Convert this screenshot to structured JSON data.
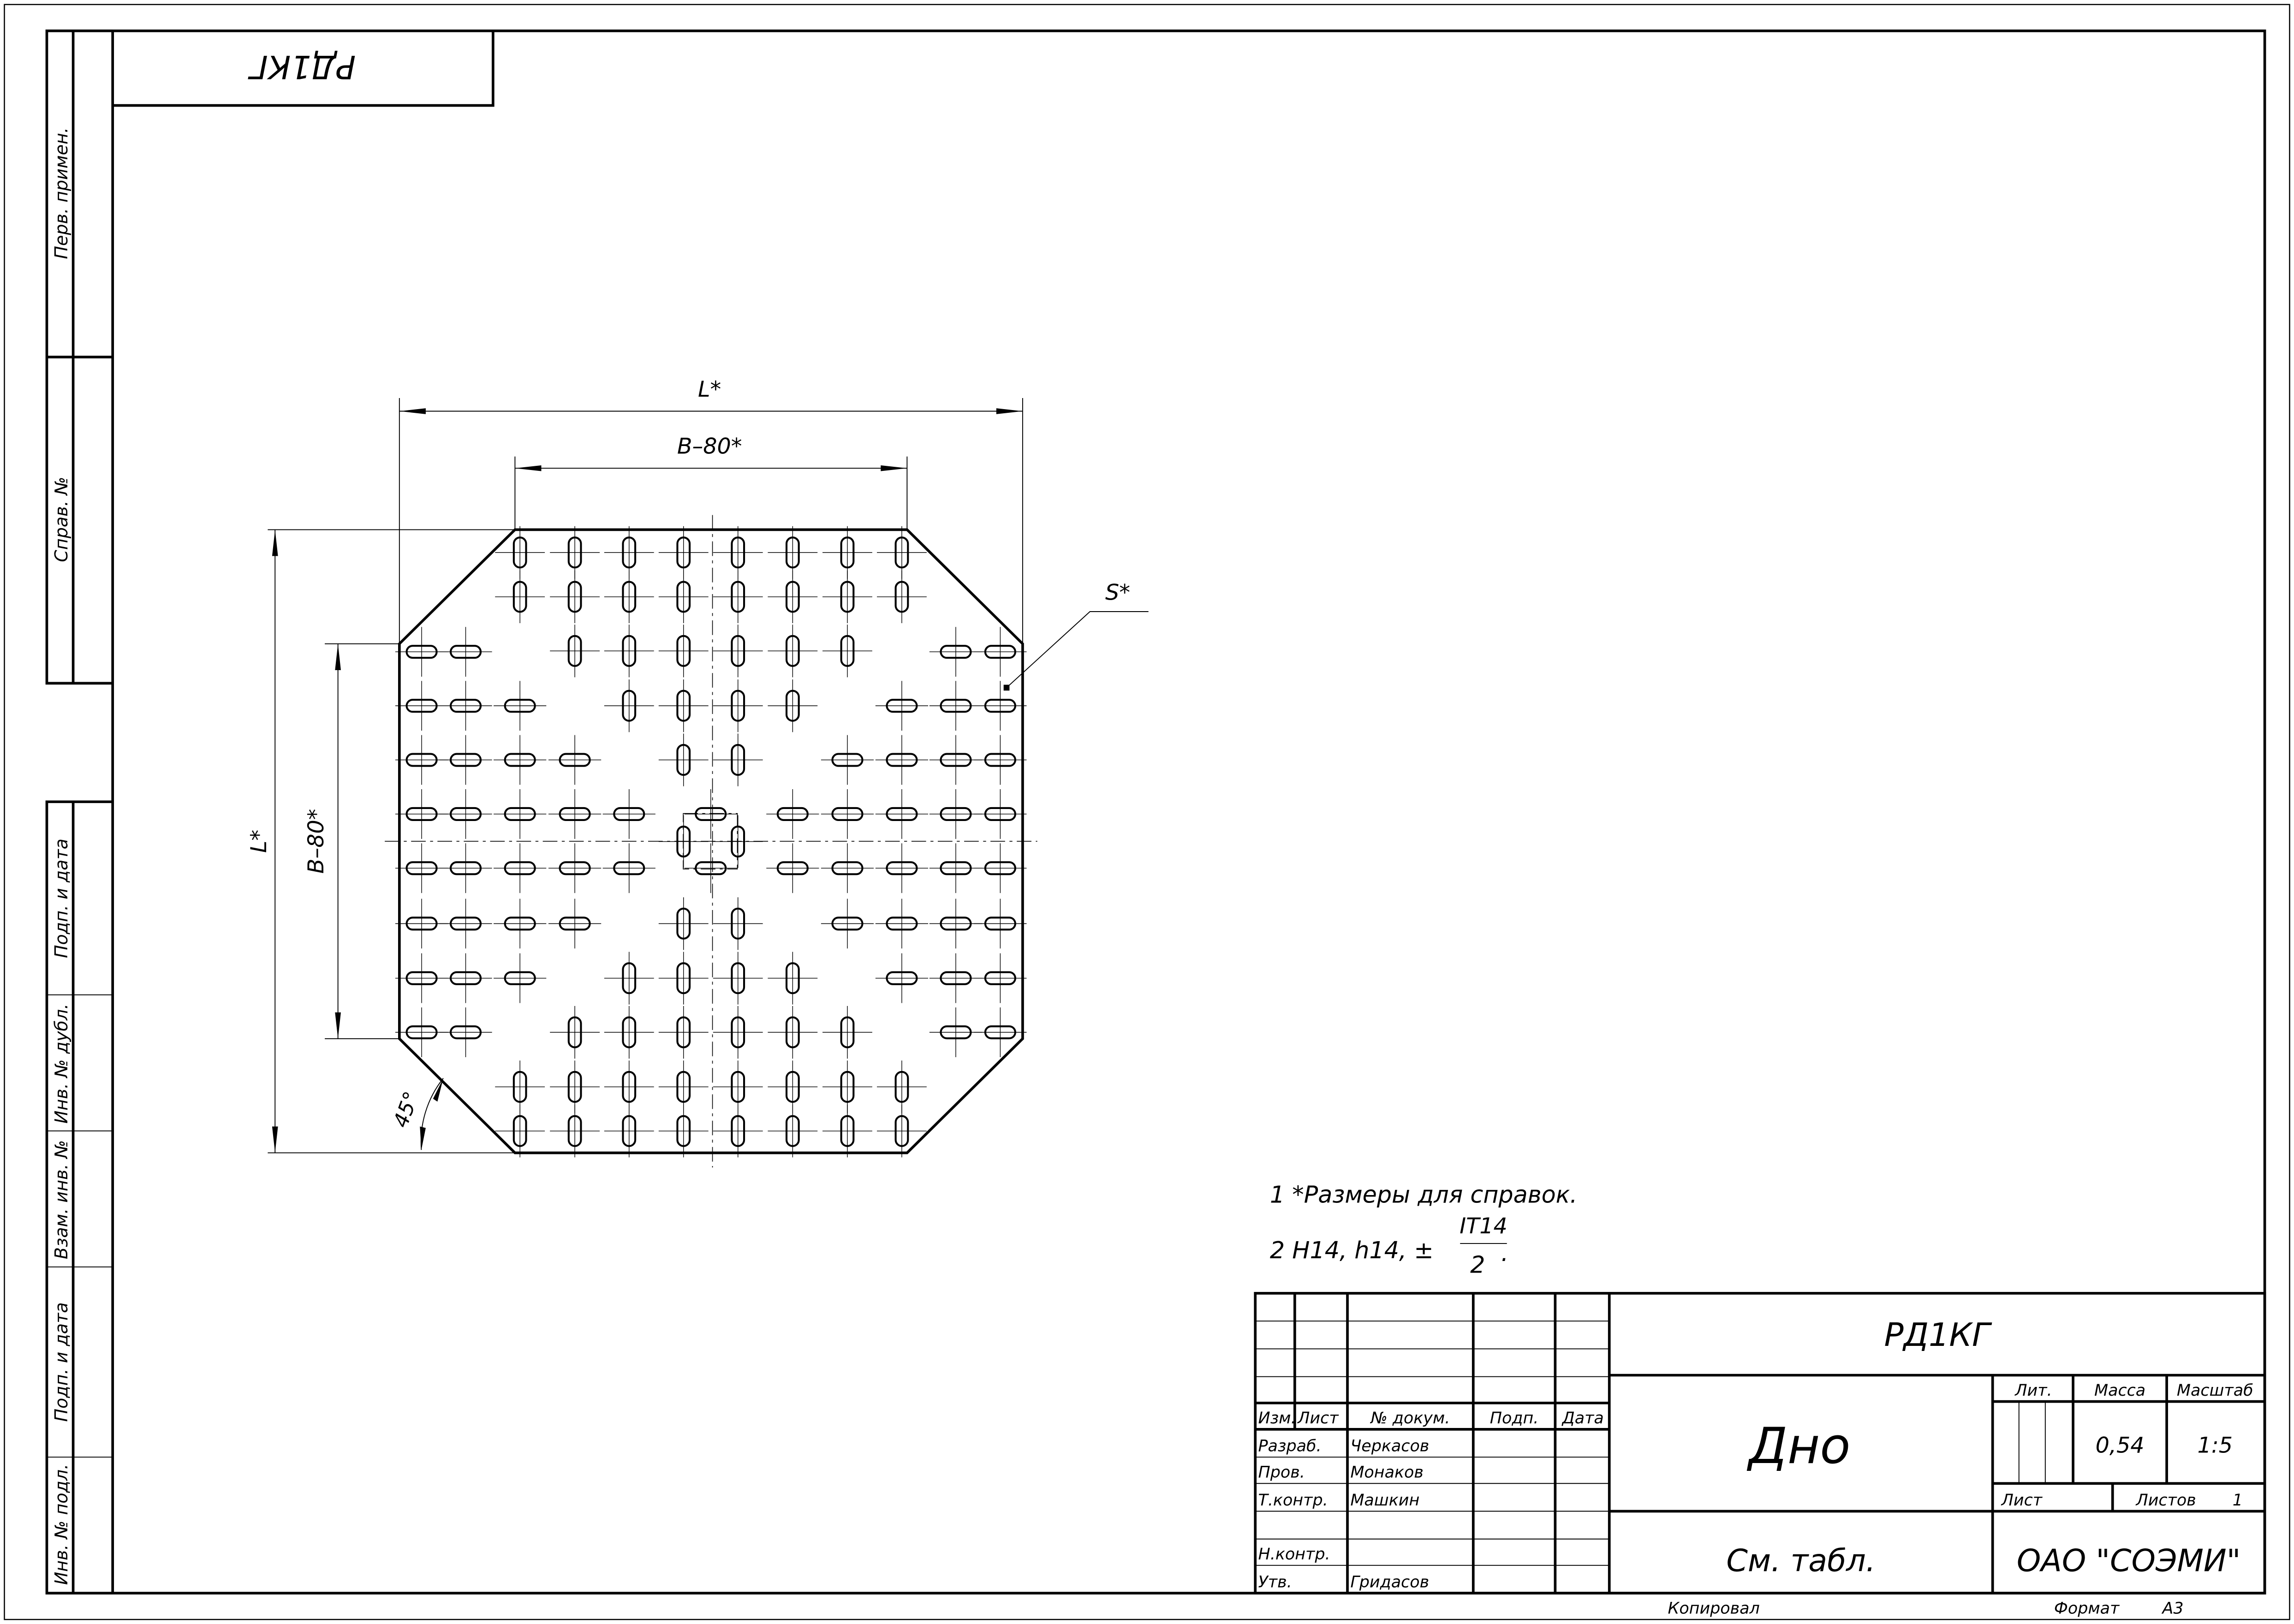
{
  "drawing": {
    "mirrored_code": "РД1КГ",
    "dim_length_top": "L*",
    "dim_inner_top": "B–80*",
    "dim_length_left": "L*",
    "dim_inner_left": "B–80*",
    "dim_thickness": "S*",
    "dim_angle": "45°"
  },
  "side_strip": {
    "upper": [
      "Перв. примен.",
      "Справ. №"
    ],
    "lower": [
      "Подп. и дата",
      "Инв. № дубл.",
      "Взам. инв. №",
      "Подп. и дата",
      "Инв. № подл."
    ]
  },
  "notes": {
    "note1": "1  *Размеры для справок.",
    "note2": "2 H14, h14, ±",
    "fraction_num": "IT14",
    "fraction_den": "2",
    "fraction_end": "."
  },
  "title_block": {
    "designation": "РД1КГ",
    "name": "Дно",
    "material": "См. табл.",
    "company": "ОАО \"СОЭМИ\"",
    "headers": {
      "izm": "Изм.",
      "list": "Лист",
      "doc": "№ докум.",
      "sign": "Подп.",
      "date": "Дата"
    },
    "roles": [
      {
        "role": "Разраб.",
        "name": "Черкасов"
      },
      {
        "role": "Пров.",
        "name": "Монаков"
      },
      {
        "role": "Т.контр.",
        "name": "Машкин"
      },
      {
        "role": "",
        "name": ""
      },
      {
        "role": "Н.контр.",
        "name": ""
      },
      {
        "role": "Утв.",
        "name": "Гридасов"
      }
    ],
    "lit_label": "Лит.",
    "mass_label": "Масса",
    "scale_label": "Масштаб",
    "mass": "0,54",
    "scale": "1:5",
    "sheet_label": "Лист",
    "sheets_label": "Листов",
    "sheets": "1"
  },
  "footer": {
    "copied": "Копировал",
    "format_label": "Формат",
    "format": "А3"
  }
}
